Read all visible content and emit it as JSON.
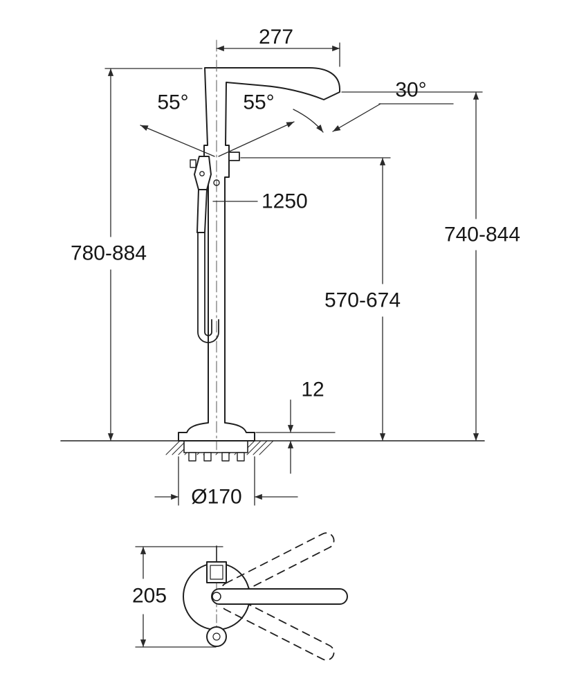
{
  "colors": {
    "outline": "#1f1f1f",
    "dimension": "#2a2a2a",
    "text": "#161616",
    "background": "#ffffff"
  },
  "dimensions": {
    "spout_reach": "277",
    "lever_angle_left": "55°",
    "lever_angle_right": "55°",
    "spout_angle": "30°",
    "hose_length": "1250",
    "total_height_range": "780-884",
    "outlet_height_range": "740-844",
    "lever_height_range": "570-674",
    "base_plate_height": "12",
    "base_diameter": "Ø170",
    "plan_depth": "205"
  }
}
